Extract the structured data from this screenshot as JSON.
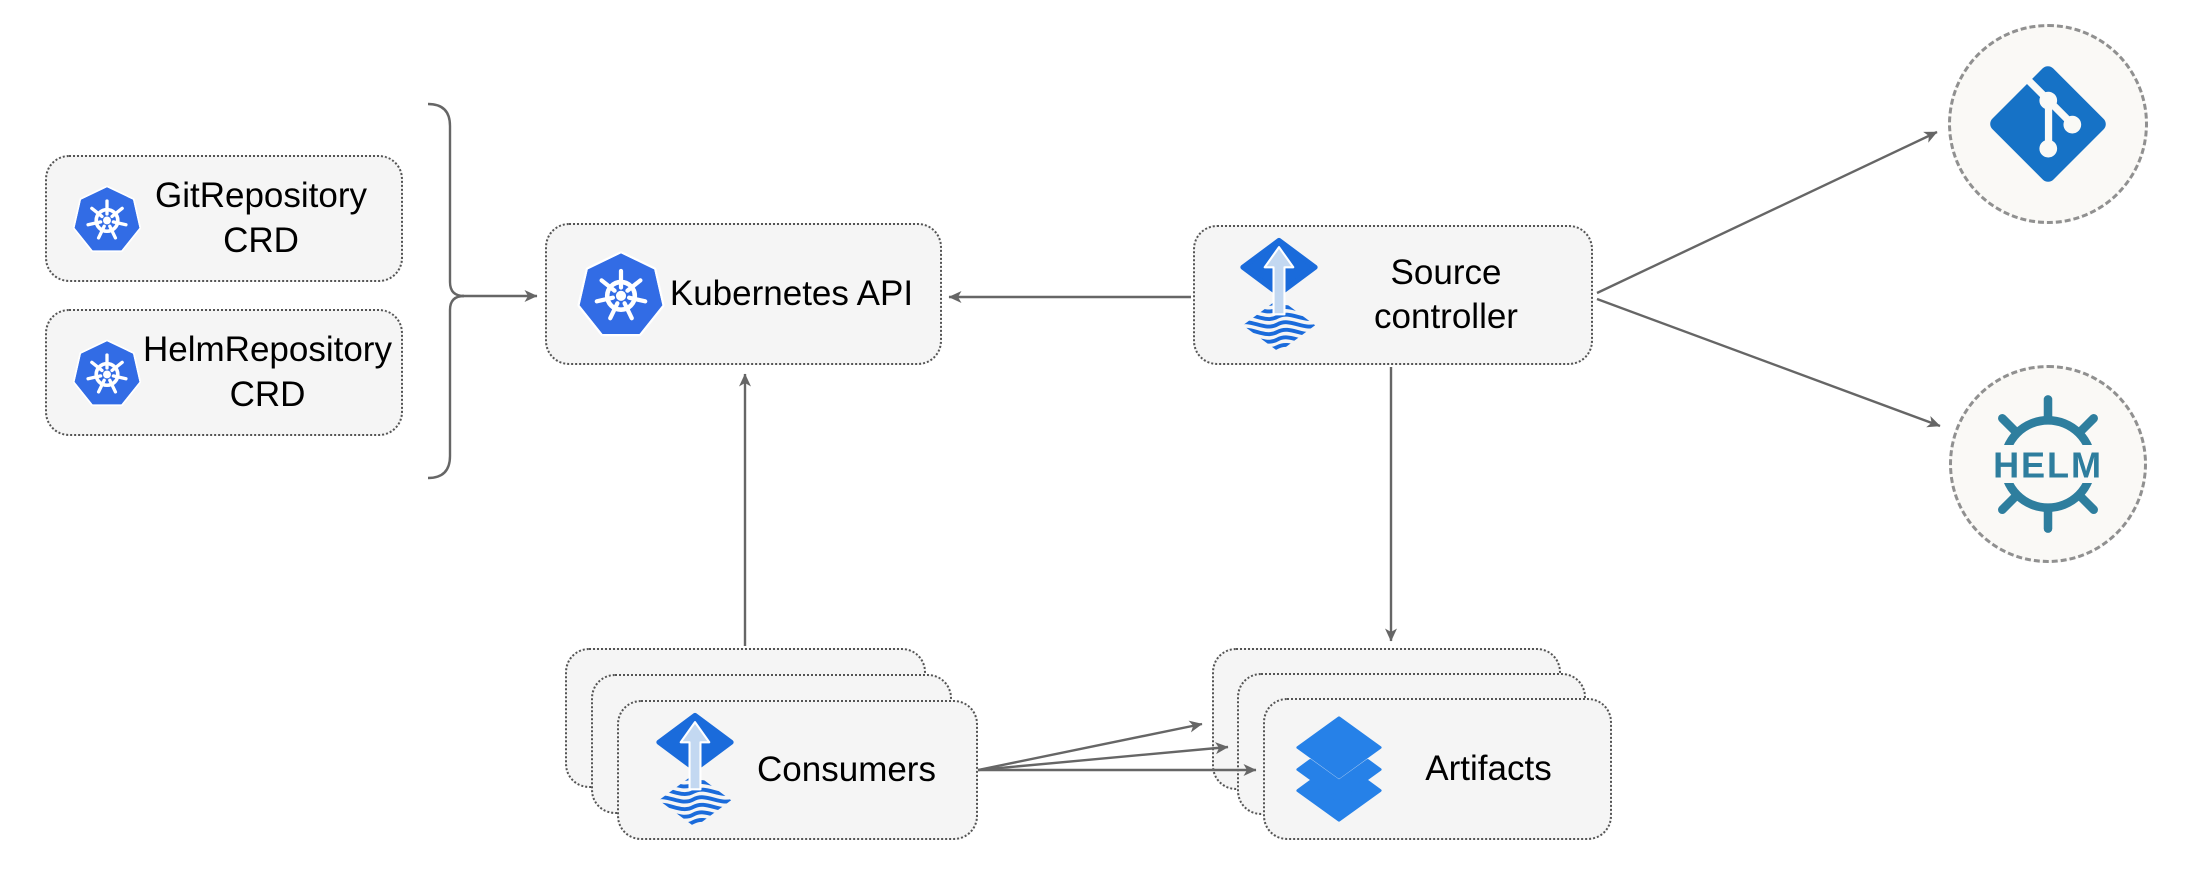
{
  "nodes": {
    "git_crd": {
      "label": "GitRepository\nCRD",
      "icon": "kubernetes-icon"
    },
    "helm_crd": {
      "label": "HelmRepository\nCRD",
      "icon": "kubernetes-icon"
    },
    "kubernetes_api": {
      "label": "Kubernetes API",
      "icon": "kubernetes-icon"
    },
    "source_controller": {
      "label": "Source\ncontroller",
      "icon": "flux-source-controller-icon"
    },
    "consumers": {
      "label": "Consumers",
      "icon": "flux-source-controller-icon",
      "stacked": true
    },
    "artifacts": {
      "label": "Artifacts",
      "icon": "layers-icon",
      "stacked": true
    },
    "git": {
      "label": "",
      "icon": "git-icon"
    },
    "helm": {
      "label": "HELM",
      "icon": "helm-icon"
    }
  },
  "edges": [
    {
      "from": "gitrepository-crd & helmrepository-crd",
      "to": "kubernetes-api",
      "via": "bracket"
    },
    {
      "from": "source-controller",
      "to": "kubernetes-api"
    },
    {
      "from": "consumers",
      "to": "kubernetes-api"
    },
    {
      "from": "source-controller",
      "to": "artifacts"
    },
    {
      "from": "source-controller",
      "to": "git"
    },
    {
      "from": "source-controller",
      "to": "helm"
    },
    {
      "from": "consumers",
      "to": "artifacts",
      "count": 3
    }
  ],
  "colors": {
    "kubernetes_blue": "#326CE5",
    "flux_blue": "#1A6BDB",
    "flux_arrow": "#C3D8F1",
    "git_blue": "#1672C6",
    "layers_blue": "#2681E8",
    "helm_teal": "#2E7E9E",
    "node_fill": "#F5F5F5",
    "node_border": "#545454",
    "circle_fill": "#FAF9F6",
    "circle_border": "#909090",
    "connector": "#666666",
    "text": "#000000",
    "background": "#FFFFFF"
  }
}
